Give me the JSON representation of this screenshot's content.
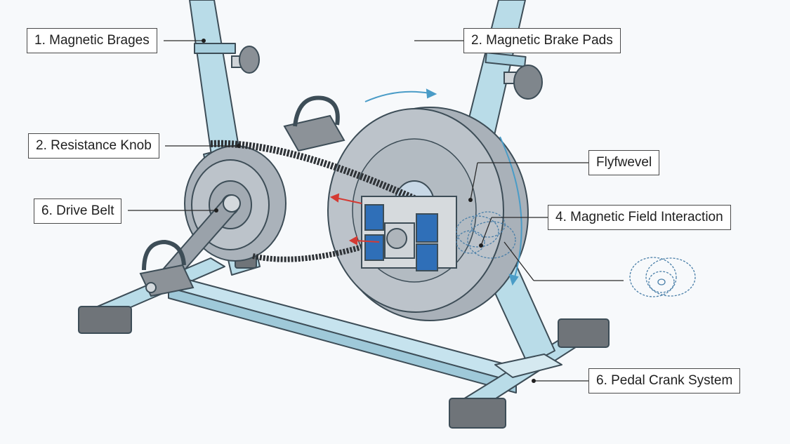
{
  "labels": {
    "magnetic_brages": "1. Magnetic Brages",
    "magnetic_brake_pads": "2. Magnetic Brake Pads",
    "resistance_knob": "2. Resistance Knob",
    "flyfwevel": "Flyfwevel",
    "drive_belt": "6. Drive Belt",
    "magnetic_field_interaction": "4. Magnetic Field Interaction",
    "pedal_crank_system": "6. Pedal Crank System"
  },
  "colors": {
    "frame": "#b9dce8",
    "frame_stroke": "#3d4d57",
    "flywheel": "#a9b1b9",
    "flywheel_face": "#bcc3ca",
    "magnet": "#2f6fb8",
    "arrow_blue": "#4a9cc7",
    "arrow_red": "#d43a33",
    "feet": "#6f7479"
  }
}
